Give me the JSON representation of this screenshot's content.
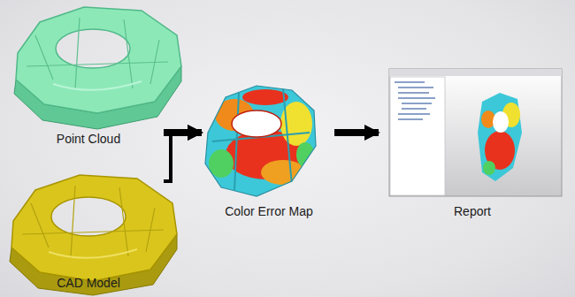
{
  "diagram": {
    "nodes": [
      {
        "text": [
          "Point Cloud"
        ]
      },
      {
        "text": [
          "CAD Model"
        ]
      },
      {
        "text": [
          "Color Error Map"
        ]
      },
      {
        "text": [
          "Report"
        ]
      }
    ],
    "edges": [
      {
        "from": 0,
        "to": 2,
        "arrow": "to"
      },
      {
        "from": 1,
        "to": 2,
        "arrow": "to"
      },
      {
        "from": 2,
        "to": 3,
        "arrow": "to"
      }
    ]
  }
}
